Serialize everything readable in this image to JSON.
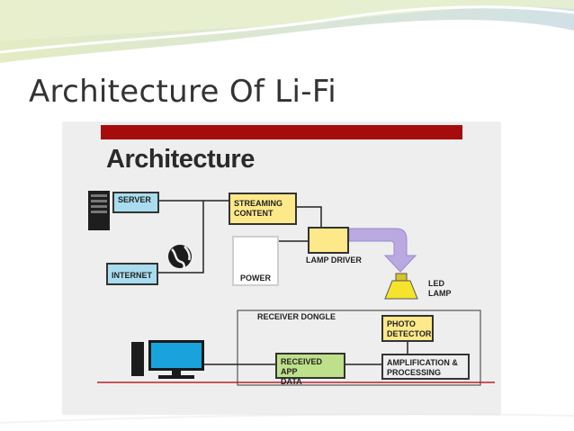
{
  "slide": {
    "title": "Architecture Of Li-Fi"
  },
  "diagram": {
    "heading": "Architecture",
    "nodes": {
      "server": "SERVER",
      "internet": "INTERNET",
      "streaming_line1": "STREAMING",
      "streaming_line2": "CONTENT",
      "power": "POWER",
      "lamp_driver": "LAMP DRIVER",
      "led_line1": "LED",
      "led_line2": "LAMP",
      "receiver_dongle": "RECEIVER DONGLE",
      "photo_line1": "PHOTO",
      "photo_line2": "DETECTOR",
      "amp_line1": "AMPLIFICATION &",
      "amp_line2": "PROCESSING",
      "received_line1": "RECEIVED APP",
      "received_line2": "DATA"
    }
  },
  "colors": {
    "accent_red": "#a50d0d",
    "box_blue": "#a8dcee",
    "box_yellow": "#fde98a",
    "box_green": "#bfe08a",
    "light_beam": "#b9a9e0"
  }
}
